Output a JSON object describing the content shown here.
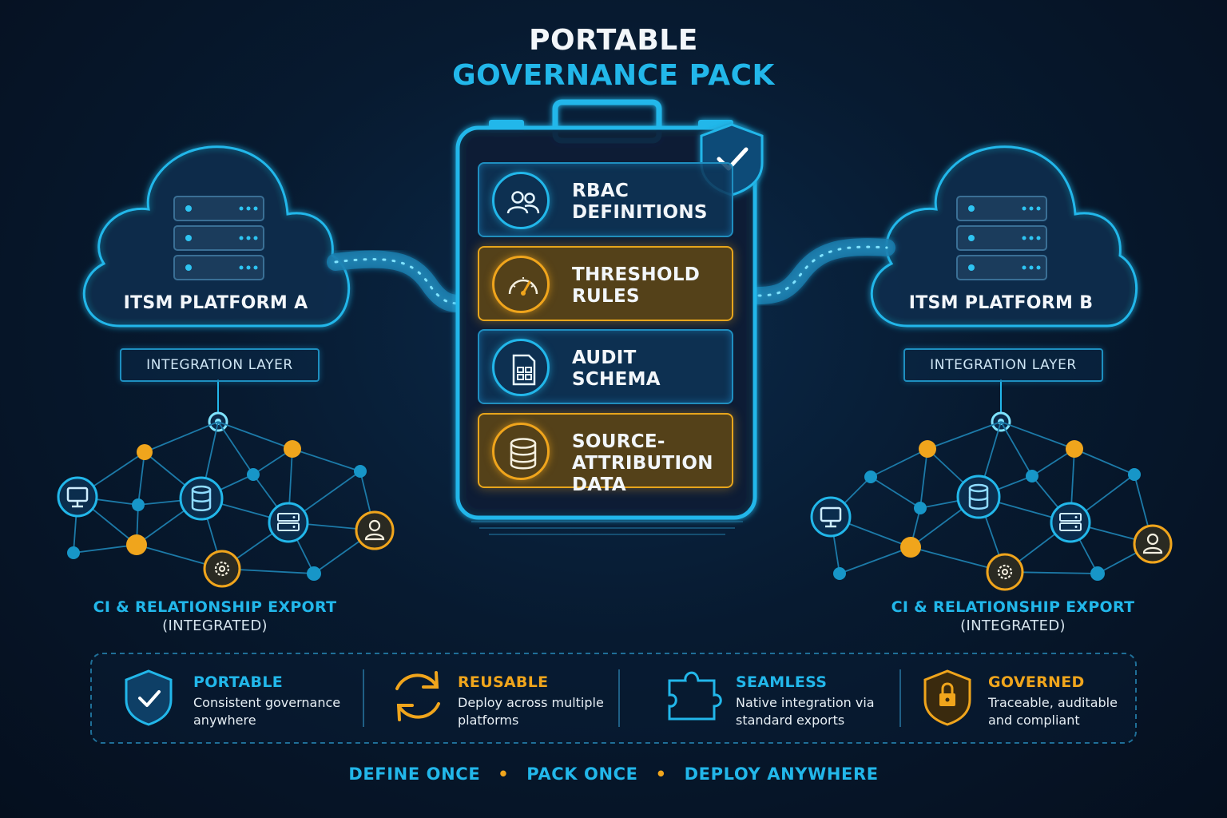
{
  "title": {
    "line1": "PORTABLE",
    "line2": "GOVERNANCE PACK"
  },
  "colors": {
    "accent_blue": "#22b7ea",
    "accent_amber": "#f0a51c",
    "background": "#071a30"
  },
  "platforms": [
    {
      "name": "ITSM PLATFORM A",
      "integration": "INTEGRATION LAYER",
      "export_title": "CI & RELATIONSHIP EXPORT",
      "export_sub": "(INTEGRATED)"
    },
    {
      "name": "ITSM PLATFORM B",
      "integration": "INTEGRATION LAYER",
      "export_title": "CI & RELATIONSHIP EXPORT",
      "export_sub": "(INTEGRATED)"
    }
  ],
  "pack": {
    "badge_icon": "shield-check-icon",
    "items": [
      {
        "line1": "RBAC",
        "line2": "DEFINITIONS",
        "icon": "users-icon",
        "style": "blue"
      },
      {
        "line1": "THRESHOLD",
        "line2": "RULES",
        "icon": "gauge-icon",
        "style": "amber"
      },
      {
        "line1": "AUDIT",
        "line2": "SCHEMA",
        "icon": "document-grid-icon",
        "style": "blue"
      },
      {
        "line1": "SOURCE-",
        "line2": "ATTRIBUTION DATA",
        "icon": "database-icon",
        "style": "amber"
      }
    ]
  },
  "network_icons": [
    "monitor-icon",
    "database-icon",
    "server-icon",
    "user-icon",
    "gear-icon"
  ],
  "features": [
    {
      "title": "PORTABLE",
      "desc": "Consistent governance anywhere",
      "icon": "shield-check-icon",
      "color": "#22b7ea"
    },
    {
      "title": "REUSABLE",
      "desc": "Deploy across multiple platforms",
      "icon": "refresh-icon",
      "color": "#f0a51c"
    },
    {
      "title": "SEAMLESS",
      "desc": "Native integration via standard exports",
      "icon": "puzzle-icon",
      "color": "#22b7ea"
    },
    {
      "title": "GOVERNED",
      "desc": "Traceable, auditable and compliant",
      "icon": "lock-shield-icon",
      "color": "#f0a51c"
    }
  ],
  "tagline": [
    "DEFINE ONCE",
    "PACK ONCE",
    "DEPLOY ANYWHERE"
  ]
}
